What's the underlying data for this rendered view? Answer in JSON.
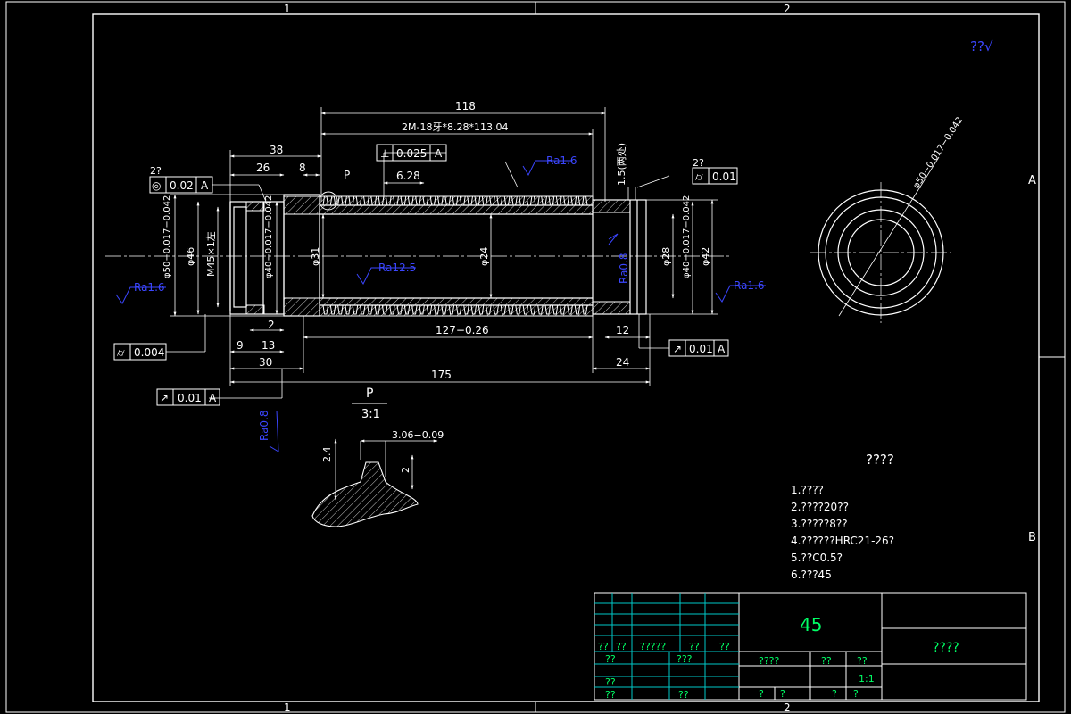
{
  "zones": {
    "col1": "1",
    "col2": "2",
    "rowA": "A",
    "rowB": "B"
  },
  "roughness_other": "??√",
  "dims": {
    "total_thread": "118",
    "spec": "2M-18牙*8.28*113.04",
    "d38": "38",
    "d26": "26",
    "d8": "8",
    "d628": "6.28",
    "d15": "1.5(两处)",
    "phi50": "φ50−0.017−0.042",
    "phi46": "φ46",
    "m45": "M45×1左",
    "phi40a": "φ40−0.017−0.042",
    "phi31": "φ31",
    "phi24": "φ24",
    "phi28": "φ28",
    "phi40b": "φ40−0.017−0.042",
    "phi42": "φ42",
    "d2": "2",
    "d9": "9",
    "d13": "13",
    "d30": "30",
    "d127": "127−0.26",
    "d12": "12",
    "d24": "24",
    "d175": "175",
    "side_phi50": "φ50−0.017−0.042"
  },
  "frames": {
    "perp": {
      "sym": "⊥",
      "val": "0.025",
      "ref": "A"
    },
    "conc": {
      "sym": "◎",
      "val": "0.02",
      "ref": "A",
      "count": "2?"
    },
    "cyl_r": {
      "sym": "⌭",
      "val": "0.01",
      "count": "2?"
    },
    "cyl_l": {
      "sym": "⌭",
      "val": "0.004"
    },
    "run_r": {
      "sym": "↗",
      "val": "0.01",
      "ref": "A"
    },
    "run_l": {
      "sym": "↗",
      "val": "0.01",
      "ref": "A"
    }
  },
  "roughness": {
    "r1": "Ra1.6",
    "r2": "Ra12.5",
    "r3": "Ra1.6",
    "r4": "Ra1.6",
    "r5": "Ra0.8",
    "r6": "Ra0.8"
  },
  "labels": {
    "p": "P"
  },
  "detail": {
    "label": "P",
    "scale": "3:1",
    "d306": "3.06−0.09",
    "d24": "2.4",
    "d2": "2"
  },
  "notes": {
    "title": "????",
    "items": [
      "1.????",
      "2.????20??",
      "3.?????8??",
      "4.??????HRC21-26?",
      "5.??C0.5?",
      "6.???45"
    ]
  },
  "titleblock": {
    "material": "45",
    "name": "????",
    "row1": [
      "??",
      "??",
      "?????",
      "??",
      "??"
    ],
    "row2a": "??",
    "row2b": "???",
    "row2c": "????",
    "row2d": "??",
    "row2e": "??",
    "row3a": "??",
    "row3b": "1:1",
    "row4a": "??",
    "row4b": "??",
    "row4c": "?",
    "row4d": "?",
    "row4e": "?",
    "row4f": "?"
  }
}
